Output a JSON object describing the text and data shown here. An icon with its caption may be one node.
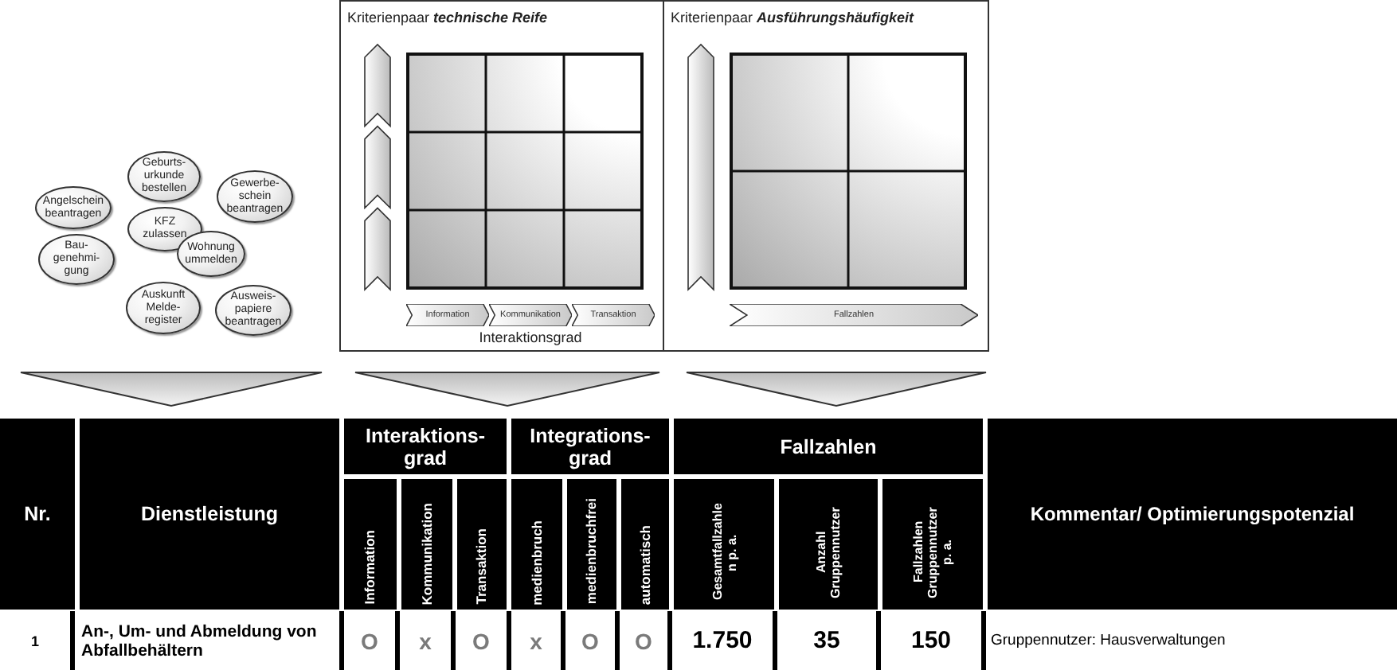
{
  "diagram": {
    "nodes": [
      {
        "text": [
          "Geburts- urkunde bestellen"
        ]
      },
      {
        "text": [
          "Angelschein beantragen"
        ]
      },
      {
        "text": [
          "Gewerbe- schein beantragen"
        ]
      },
      {
        "text": [
          "KFZ zulassen"
        ]
      },
      {
        "text": [
          "Wohnung ummelden"
        ]
      },
      {
        "text": [
          "Bau- genehmi- gung"
        ]
      },
      {
        "text": [
          "Auskunft Melde- register"
        ]
      },
      {
        "text": [
          "Ausweis- papiere beantragen"
        ]
      },
      {
        "text": [
          "Kriterienpaar **technische Reife**",
          "Interaktionsgrad"
        ]
      },
      {
        "text": [
          "Information"
        ],
        "in": 8
      },
      {
        "text": [
          "Kommunikation"
        ],
        "in": 8
      },
      {
        "text": [
          "Transaktion"
        ],
        "in": 8
      },
      {
        "text": [
          "Kriterienpaar **Ausführungshäufigkeit**"
        ]
      },
      {
        "text": [
          "Fallzahlen"
        ],
        "in": 12
      }
    ],
    "edges": [],
    "labels": [
      "Nr.",
      "Dienstleistung",
      "Interaktions- grad",
      "Integrations- grad",
      "Fallzahlen",
      "Kommentar/ Optimierungspotenzial",
      "Information",
      "Kommunikation",
      "Transaktion",
      "medienbruch",
      "medienbruchfrei",
      "automatisch",
      "Gesamtfallzahle n p. a.",
      "Anzahl Gruppennutzer",
      "Fallzahlen Gruppennutzer p. a.",
      "1",
      "An-, Um- und Abmeldung von Abfallbehältern",
      "O",
      "x",
      "O",
      "x",
      "O",
      "O",
      "1.750",
      "35",
      "150",
      "Gruppennutzer: Hausverwaltungen"
    ]
  }
}
